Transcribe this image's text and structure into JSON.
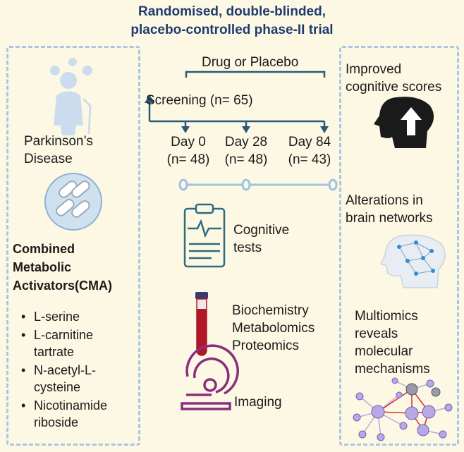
{
  "title_line1": "Randomised, double-blinded,",
  "title_line2": "placebo-controlled phase-II trial",
  "left": {
    "disease_line1": "Parkinson’s",
    "disease_line2": "Disease",
    "cma_line1": "Combined",
    "cma_line2": "Metabolic",
    "cma_line3": "Activators(CMA)",
    "items": [
      {
        "l1": "L-serine",
        "l2": ""
      },
      {
        "l1": "L-carnitine",
        "l2": "tartrate"
      },
      {
        "l1": "N-acetyl-L-",
        "l2": "cysteine"
      },
      {
        "l1": "Nicotinamide",
        "l2": "riboside"
      }
    ]
  },
  "middle": {
    "drug_label": "Drug or Placebo",
    "screening_label": "Screening (n= 65)",
    "timepoints": [
      {
        "day": "Day 0",
        "n": "(n= 48)"
      },
      {
        "day": "Day 28",
        "n": "(n= 48)"
      },
      {
        "day": "Day 84",
        "n": "(n= 43)"
      }
    ],
    "cognitive_line1": "Cognitive",
    "cognitive_line2": "tests",
    "bio_line1": "Biochemistry",
    "bio_line2": "Metabolomics",
    "bio_line3": "Proteomics",
    "imaging_label": "Imaging"
  },
  "right": {
    "improved_line1": "Improved",
    "improved_line2": "cognitive scores",
    "alter_line1": "Alterations in",
    "alter_line2": "brain networks",
    "multi_line1": "Multiomics",
    "multi_line2": "reveals",
    "multi_line3": "molecular",
    "multi_line4": "mechanisms"
  },
  "colors": {
    "title": "#1f3c70",
    "arrow": "#2c5878",
    "panel_border": "#a9c7e3",
    "timeline": "#9cc3e2",
    "icon_teal": "#2d6b80",
    "tube_red": "#b0182a",
    "imaging_purple": "#8b2d7e",
    "network_purple": "#b7a9e6",
    "network_red": "#d32e2e"
  }
}
